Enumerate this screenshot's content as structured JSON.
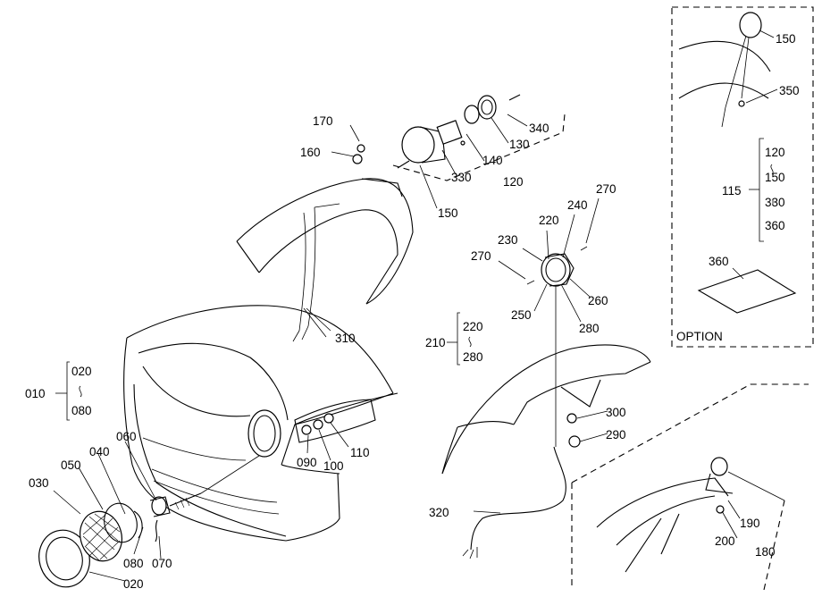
{
  "callouts": {
    "c010": "010",
    "c020a": "020",
    "c080a": "080",
    "c020b": "020",
    "c030": "030",
    "c040": "040",
    "c050": "050",
    "c060": "060",
    "c070": "070",
    "c080b": "080",
    "c090": "090",
    "c100": "100",
    "c110": "110",
    "c120a": "120",
    "c130": "130",
    "c140": "140",
    "c150a": "150",
    "c160": "160",
    "c170": "170",
    "c330a": "330",
    "c340": "340",
    "c210": "210",
    "c220a": "220",
    "c280a": "280",
    "c220b": "220",
    "c230": "230",
    "c240": "240",
    "c250": "250",
    "c260": "260",
    "c270a": "270",
    "c270b": "270",
    "c280b": "280",
    "c290": "290",
    "c300": "300",
    "c310": "310",
    "c320": "320",
    "c180": "180",
    "c190": "190",
    "c200": "200",
    "c150b": "150",
    "c350": "350",
    "c115": "115",
    "c120b": "120",
    "c150c": "150",
    "c330b": "330",
    "c360a": "360",
    "c360b": "360"
  },
  "option_label": "OPTION"
}
